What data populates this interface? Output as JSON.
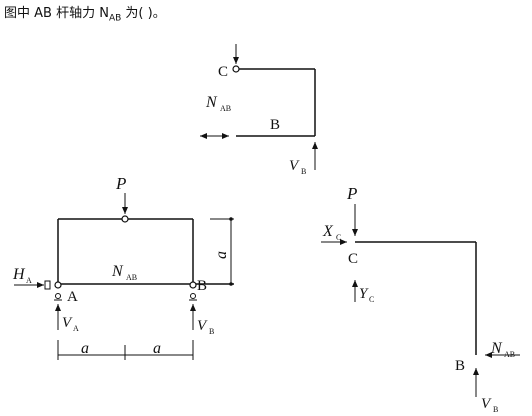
{
  "question": {
    "prefix": "图中 AB 杆轴力 N",
    "sub": "AB",
    "suffix": " 为(   )。"
  },
  "labels": {
    "c": "C",
    "b": "B",
    "a": "A",
    "p": "P",
    "n": "N",
    "v": "V",
    "h": "H",
    "x": "X",
    "y": "Y",
    "dim_a": "a"
  },
  "subs": {
    "ab": "AB",
    "a": "A",
    "b": "B",
    "c": "C"
  }
}
